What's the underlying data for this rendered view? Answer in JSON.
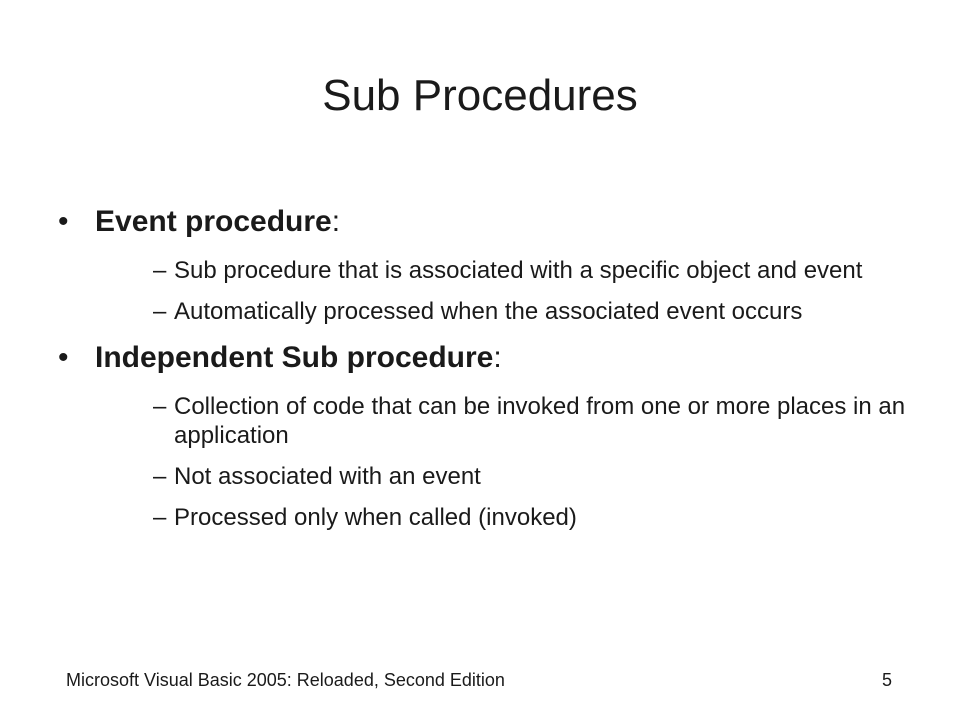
{
  "slide": {
    "title": "Sub Procedures",
    "bullets": [
      {
        "heading": "Event procedure",
        "suffix": ":",
        "subitems": [
          "Sub procedure that is associated with a specific object and event",
          "Automatically processed when the associated event occurs"
        ]
      },
      {
        "heading": "Independent Sub procedure",
        "suffix": ":",
        "subitems": [
          "Collection of code that can be invoked from one or more places in an application",
          "Not associated with an event",
          "Processed only when called (invoked)"
        ]
      }
    ],
    "footer": {
      "left": "Microsoft Visual Basic 2005: Reloaded, Second Edition",
      "page_number": "5"
    },
    "bullet_symbol": "•",
    "dash_symbol": "–"
  }
}
